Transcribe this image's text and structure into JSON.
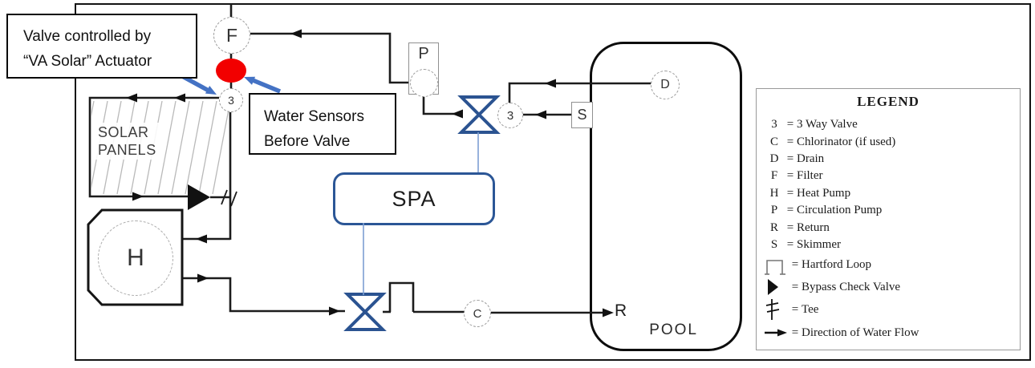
{
  "diagram": {
    "annotations": {
      "valve_note": {
        "line1": "Valve controlled by",
        "line2": "“VA Solar” Actuator"
      },
      "sensor_note": {
        "line1": "Water Sensors",
        "line2": "Before Valve"
      }
    },
    "nodes": {
      "filter": "F",
      "pump": "P",
      "valve3_top": "3",
      "valve3_right": "3",
      "skimmer": "S",
      "drain": "D",
      "chlorinator": "C",
      "heat_pump": "H",
      "return_label": "R"
    },
    "labels": {
      "solar_line1": "SOLAR",
      "solar_line2": "PANELS",
      "spa": "SPA",
      "pool": "POOL"
    },
    "colors": {
      "valve_red": "#f20000",
      "actuator_arrow_blue": "#4472c4",
      "spa_valve_blue": "#2b5696",
      "pipe_black": "#1c1c1c"
    }
  },
  "legend": {
    "title": "LEGEND",
    "eq": "=",
    "entries": [
      {
        "symbol": "3",
        "desc": "3 Way Valve"
      },
      {
        "symbol": "C",
        "desc": "Chlorinator (if used)"
      },
      {
        "symbol": "D",
        "desc": "Drain"
      },
      {
        "symbol": "F",
        "desc": "Filter"
      },
      {
        "symbol": "H",
        "desc": "Heat Pump"
      },
      {
        "symbol": "P",
        "desc": "Circulation Pump"
      },
      {
        "symbol": "R",
        "desc": "Return"
      },
      {
        "symbol": "S",
        "desc": "Skimmer"
      }
    ],
    "symbol_entries": [
      {
        "icon": "hartford-loop-icon",
        "desc": "Hartford Loop"
      },
      {
        "icon": "bypass-check-valve-icon",
        "desc": "Bypass Check Valve"
      },
      {
        "icon": "tee-icon",
        "desc": "Tee"
      },
      {
        "icon": "flow-arrow-icon",
        "desc": "Direction of Water Flow"
      }
    ]
  }
}
